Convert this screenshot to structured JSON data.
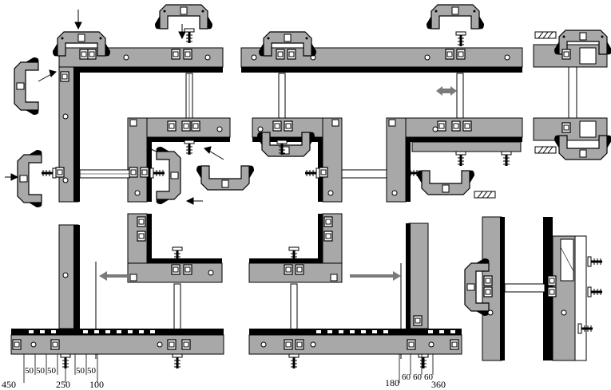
{
  "diagram": {
    "dims_left_row1": [
      "50",
      "50",
      "50",
      "50",
      "50"
    ],
    "dims_left_row2": [
      "450",
      "250",
      "100"
    ],
    "dims_right_row1": [
      "60",
      "60",
      "60"
    ],
    "dims_right_row2": [
      "180",
      "360"
    ]
  },
  "colors": {
    "profile": "#a8a8a8",
    "profile_edge": "#000000",
    "seal": "#000000",
    "arrow_gray": "#7a7a7a",
    "background": "#ffffff"
  },
  "icons": [
    "arrow-icon",
    "clamp-icon",
    "bolt-icon"
  ]
}
